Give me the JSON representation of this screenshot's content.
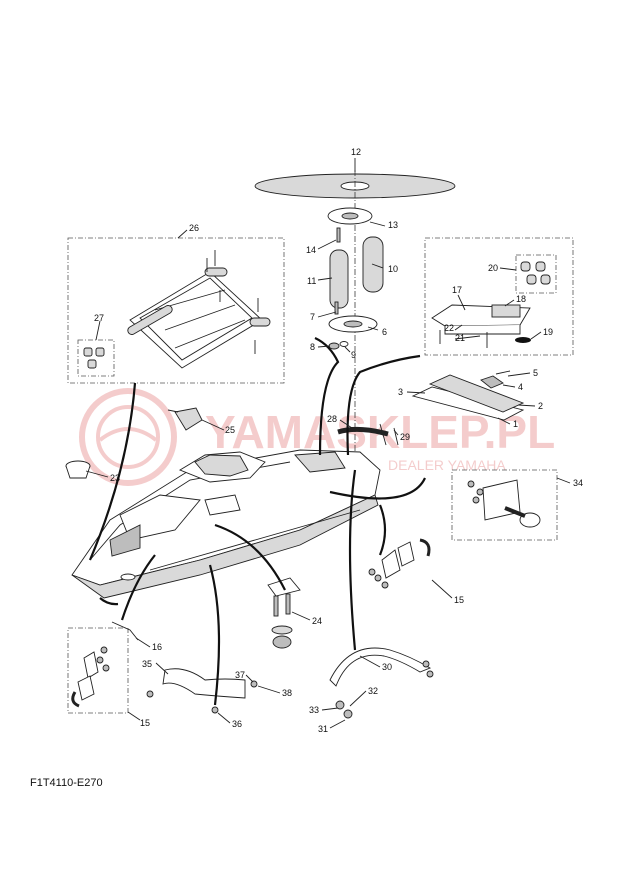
{
  "diagram": {
    "code": "F1T4110-E270",
    "watermark": {
      "brand": "YAMASKLEP.PL",
      "tagline": "DEALER YAMAHA",
      "color": "#e07070"
    },
    "callouts": [
      "1",
      "2",
      "3",
      "4",
      "5",
      "6",
      "7",
      "8",
      "9",
      "10",
      "11",
      "12",
      "13",
      "14",
      "15",
      "15",
      "16",
      "17",
      "18",
      "19",
      "20",
      "21",
      "22",
      "23",
      "24",
      "25",
      "26",
      "27",
      "28",
      "29",
      "30",
      "31",
      "32",
      "33",
      "34",
      "35",
      "36",
      "37",
      "38"
    ]
  }
}
